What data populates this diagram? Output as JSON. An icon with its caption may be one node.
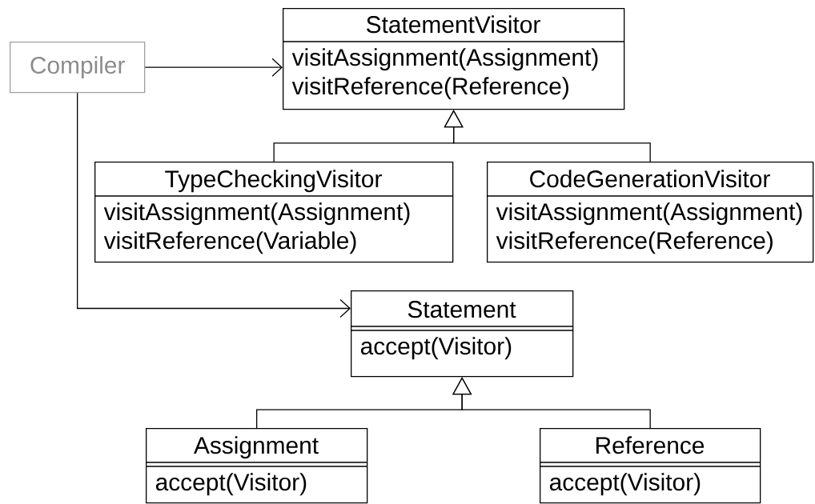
{
  "diagram": {
    "nodes": [
      {
        "text": [
          "StatementVisitor",
          "visitAssignment(Assignment)",
          "visitReference(Reference)"
        ]
      },
      {
        "text": [
          "Compiler"
        ]
      },
      {
        "text": [
          "TypeCheckingVisitor",
          "visitAssignment(Assignment)",
          "visitReference(Variable)"
        ]
      },
      {
        "text": [
          "CodeGenerationVisitor",
          "visitAssignment(Assignment)",
          "visitReference(Reference)"
        ]
      },
      {
        "text": [
          "Statement",
          "accept(Visitor)"
        ]
      },
      {
        "text": [
          "Assignment",
          "accept(Visitor)"
        ]
      },
      {
        "text": [
          "Reference",
          "accept(Visitor)"
        ]
      }
    ],
    "edges": [
      {
        "from": 1,
        "to": 0,
        "arrow": "to"
      },
      {
        "from": 1,
        "to": 4,
        "arrow": "to"
      },
      {
        "from": 2,
        "to": 0,
        "arrow": "to"
      },
      {
        "from": 3,
        "to": 0,
        "arrow": "to"
      },
      {
        "from": 5,
        "to": 4,
        "arrow": "to"
      },
      {
        "from": 6,
        "to": 4,
        "arrow": "to"
      }
    ]
  }
}
